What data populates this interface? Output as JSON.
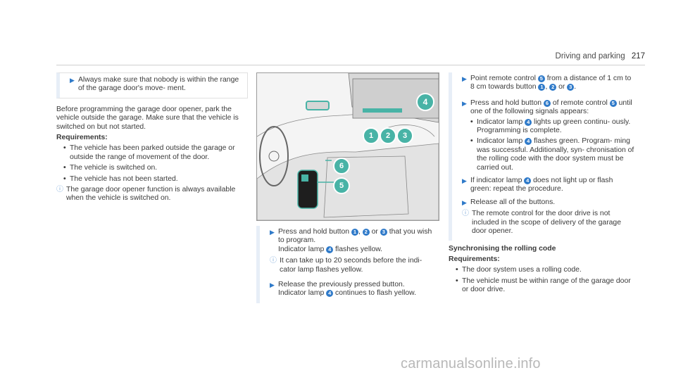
{
  "header": {
    "section": "Driving and parking",
    "page_number": "217"
  },
  "col1": {
    "warning": "Always make sure that nobody is within the range of the garage door's move- ment.",
    "intro": "Before programming the garage door opener, park the vehicle outside the garage. Make sure that the vehicle is switched on but not started.",
    "req_title": "Requirements:",
    "requirements": [
      "The vehicle has been parked outside the garage or outside the range of movement of the door.",
      "The vehicle is switched on.",
      "The vehicle has not been started."
    ],
    "note": "The garage door opener function is always available when the vehicle is switched on."
  },
  "figure": {
    "callouts": [
      "1",
      "2",
      "3",
      "4",
      "5",
      "6"
    ]
  },
  "col2": {
    "step1": {
      "before": "Press and hold button",
      "b1": "1",
      "sep1": ",",
      "b2": "2",
      "or": "or",
      "b3": "3",
      "after": "that you wish to program.",
      "line2_a": "Indicator lamp",
      "lamp": "4",
      "line2_b": "flashes yellow."
    },
    "note": "It can take up to 20 seconds before the indi- cator lamp flashes yellow.",
    "step2": {
      "text": "Release the previously pressed button.",
      "line2_a": "Indicator lamp",
      "lamp": "4",
      "line2_b": "continues to flash yellow."
    }
  },
  "col3": {
    "step1": {
      "a": "Point remote control",
      "rc": "5",
      "b": "from a distance of 1 cm to 8 cm towards button",
      "b1": "1",
      "sep": ",",
      "b2": "2",
      "or": "or",
      "b3": "3",
      "end": "."
    },
    "step2": {
      "a": "Press and hold button",
      "btn": "6",
      "b": "of remote control",
      "rc": "5",
      "c": "until one of the following signals appears:",
      "bullets": [
        {
          "a": "Indicator lamp",
          "lamp": "4",
          "b": "lights up green continu- ously. Programming is complete."
        },
        {
          "a": "Indicator lamp",
          "lamp": "4",
          "b": "flashes green. Program- ming was successful. Additionally, syn- chronisation of the rolling code with the door system must be carried out."
        }
      ]
    },
    "step3": {
      "a": "If indicator lamp",
      "lamp": "4",
      "b": "does not light up or flash green: repeat the procedure."
    },
    "step4": "Release all of the buttons.",
    "note": "The remote control for the door drive is not included in the scope of delivery of the garage door opener.",
    "sync_title": "Synchronising the rolling code",
    "req_title": "Requirements:",
    "requirements": [
      "The door system uses a rolling code.",
      "The vehicle must be within range of the garage door or door drive."
    ]
  },
  "watermark": "carmanualsonline.info",
  "icons": {
    "step": "arrow-right-icon",
    "bullet": "bullet-icon",
    "note": "info-icon"
  }
}
